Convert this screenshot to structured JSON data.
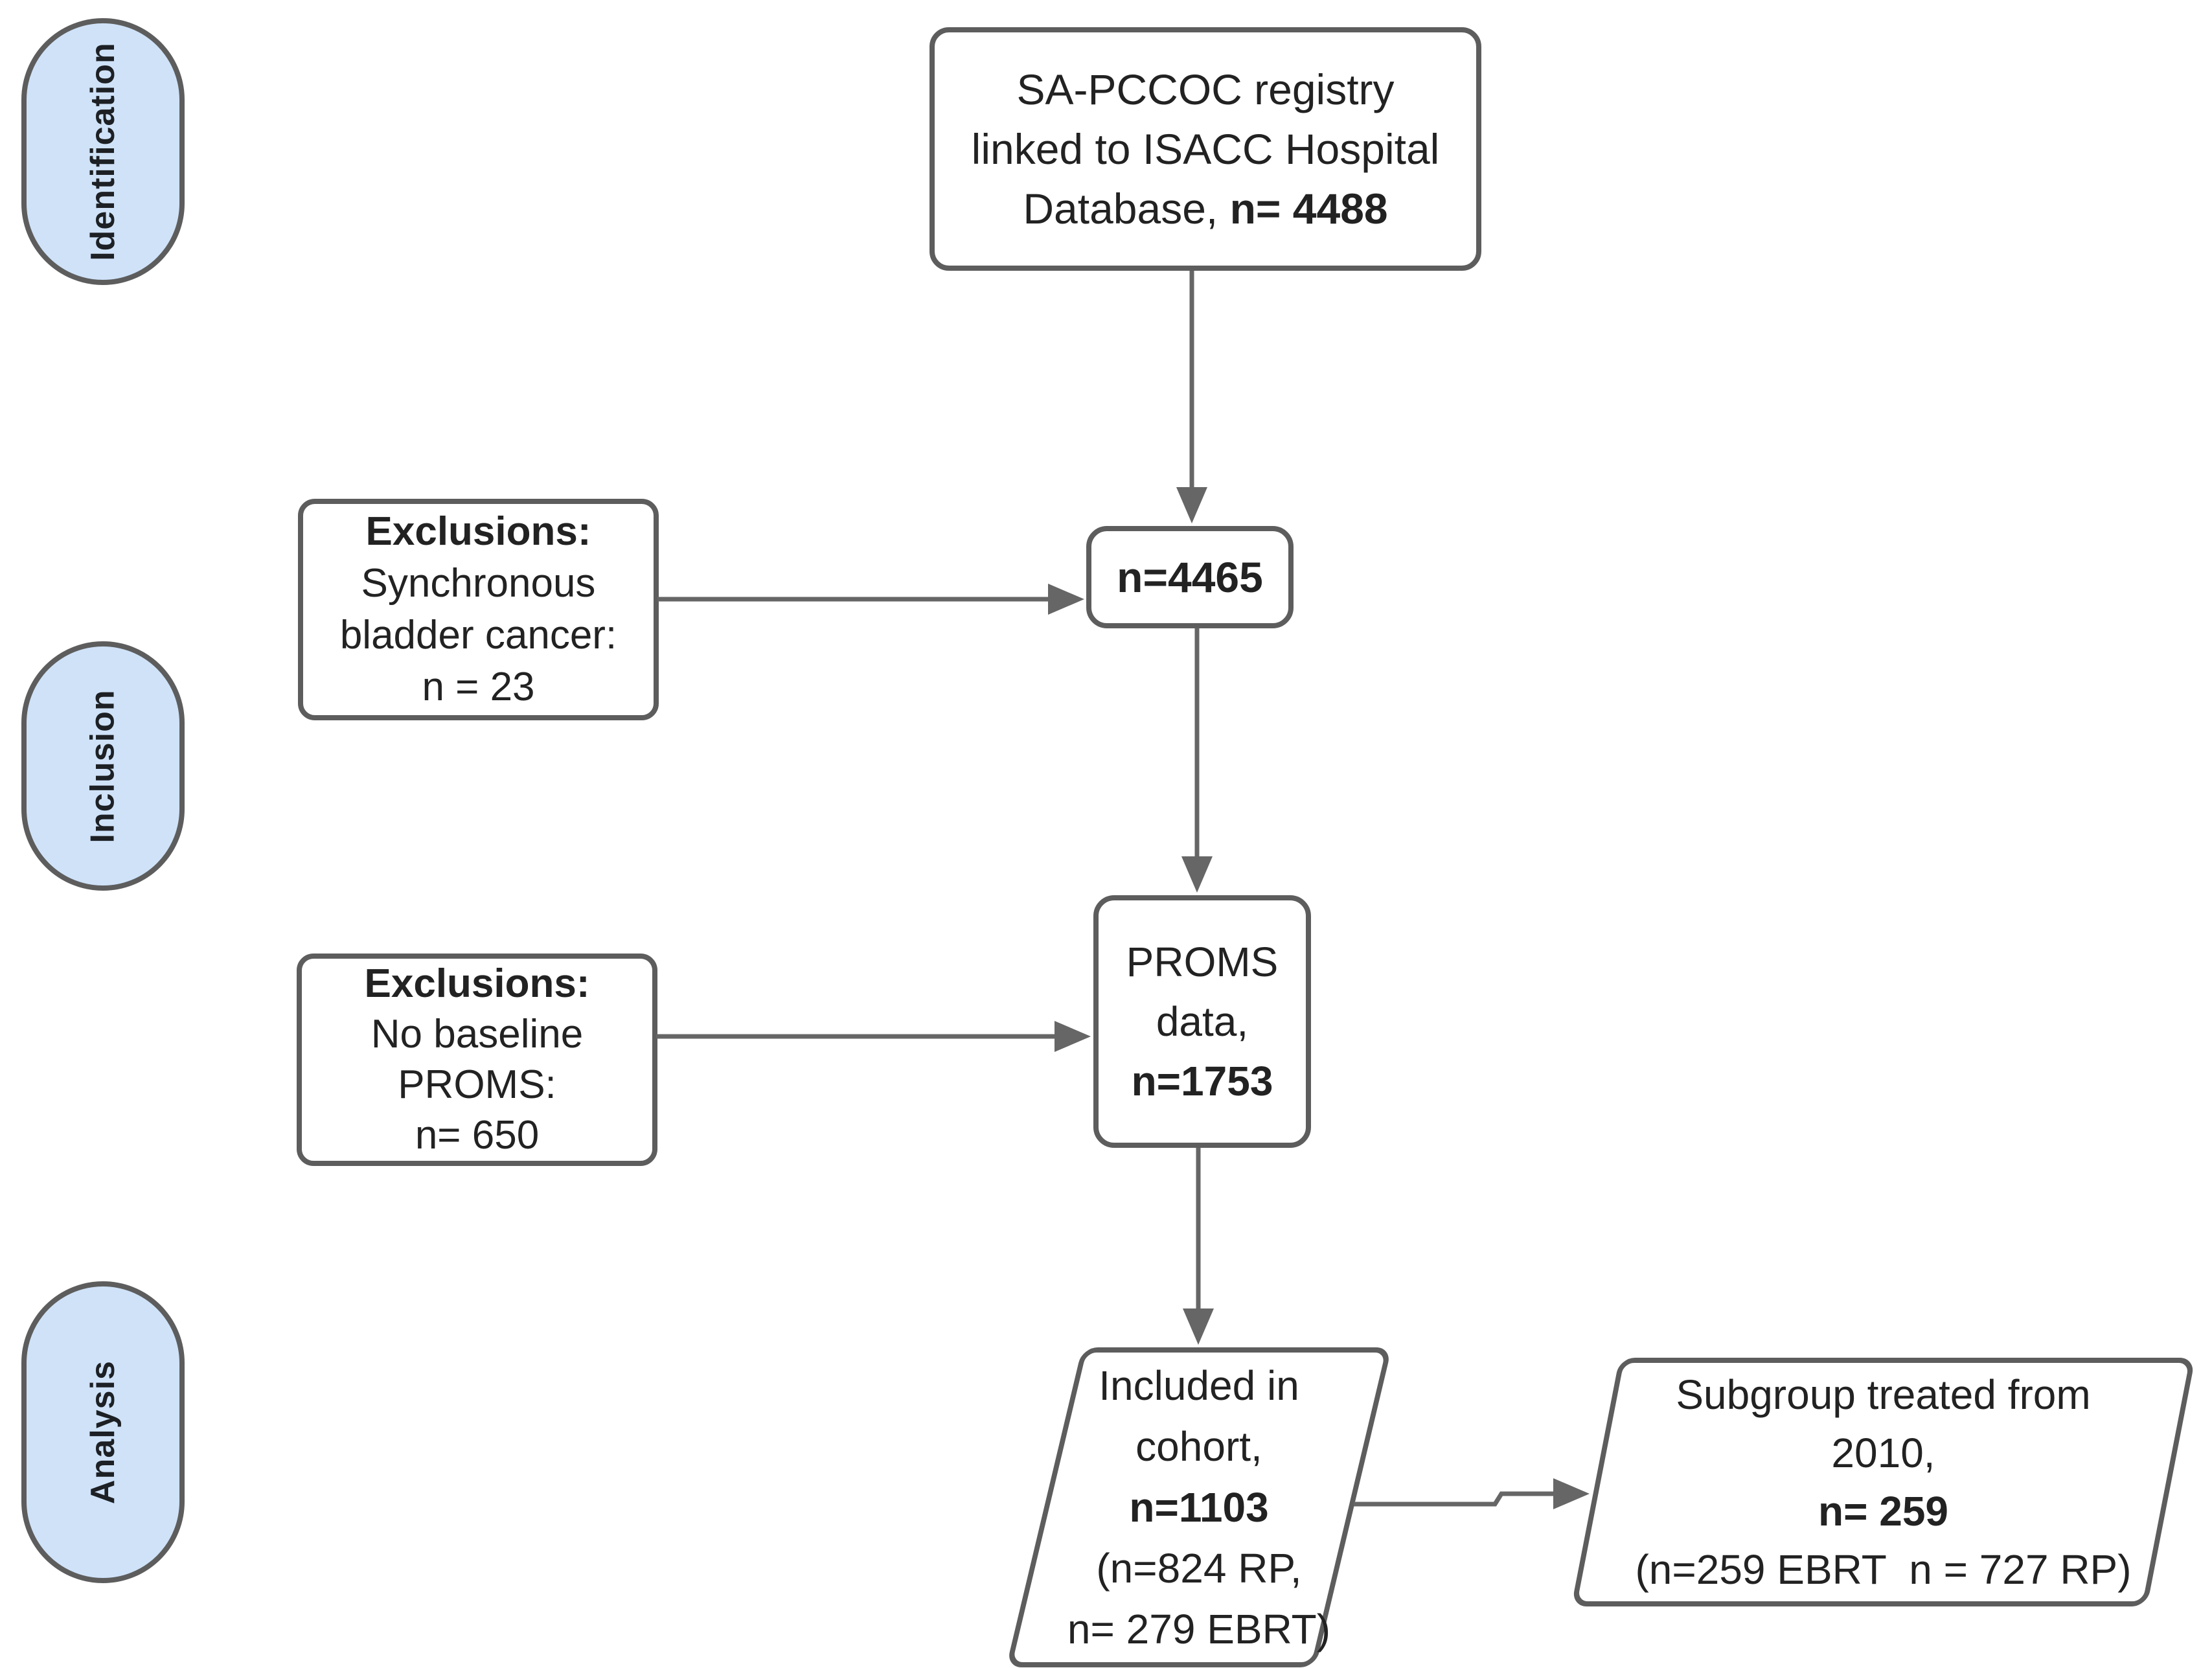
{
  "stages": [
    {
      "label": "Identification"
    },
    {
      "label": "Inclusion"
    },
    {
      "label": "Analysis"
    }
  ],
  "boxes": {
    "registry": {
      "lines": [
        "SA-PCCOC registry",
        "linked to ISACC Hospital"
      ],
      "last_line_prefix": "Database, ",
      "last_line_bold": "n= 4488"
    },
    "after_exclusion": {
      "value": "n=4465"
    },
    "exclusions_bladder": {
      "heading": "Exclusions:",
      "lines": [
        "Synchronous",
        "bladder cancer:",
        "n = 23"
      ]
    },
    "proms": {
      "lines": [
        "PROMS",
        "data,"
      ],
      "bold": "n=1753"
    },
    "exclusions_baseline": {
      "heading": "Exclusions:",
      "lines": [
        "No baseline",
        "PROMS:",
        "n= 650"
      ]
    },
    "cohort": {
      "lines": [
        "Included in",
        "cohort,"
      ],
      "bold": "n=1103",
      "detail_lines": [
        "(n=824 RP,",
        "n= 279 EBRT)"
      ]
    },
    "subgroup": {
      "lines": [
        "Subgroup treated from",
        "2010,"
      ],
      "bold": "n= 259",
      "detail_lines": [
        "(n=259 EBRT  n = 727 RP)"
      ]
    }
  },
  "colors": {
    "pill_fill": "#cfe2f8",
    "line": "#5d5d5d",
    "arrow": "#666666",
    "ink": "#222222",
    "background": "#ffffff"
  }
}
